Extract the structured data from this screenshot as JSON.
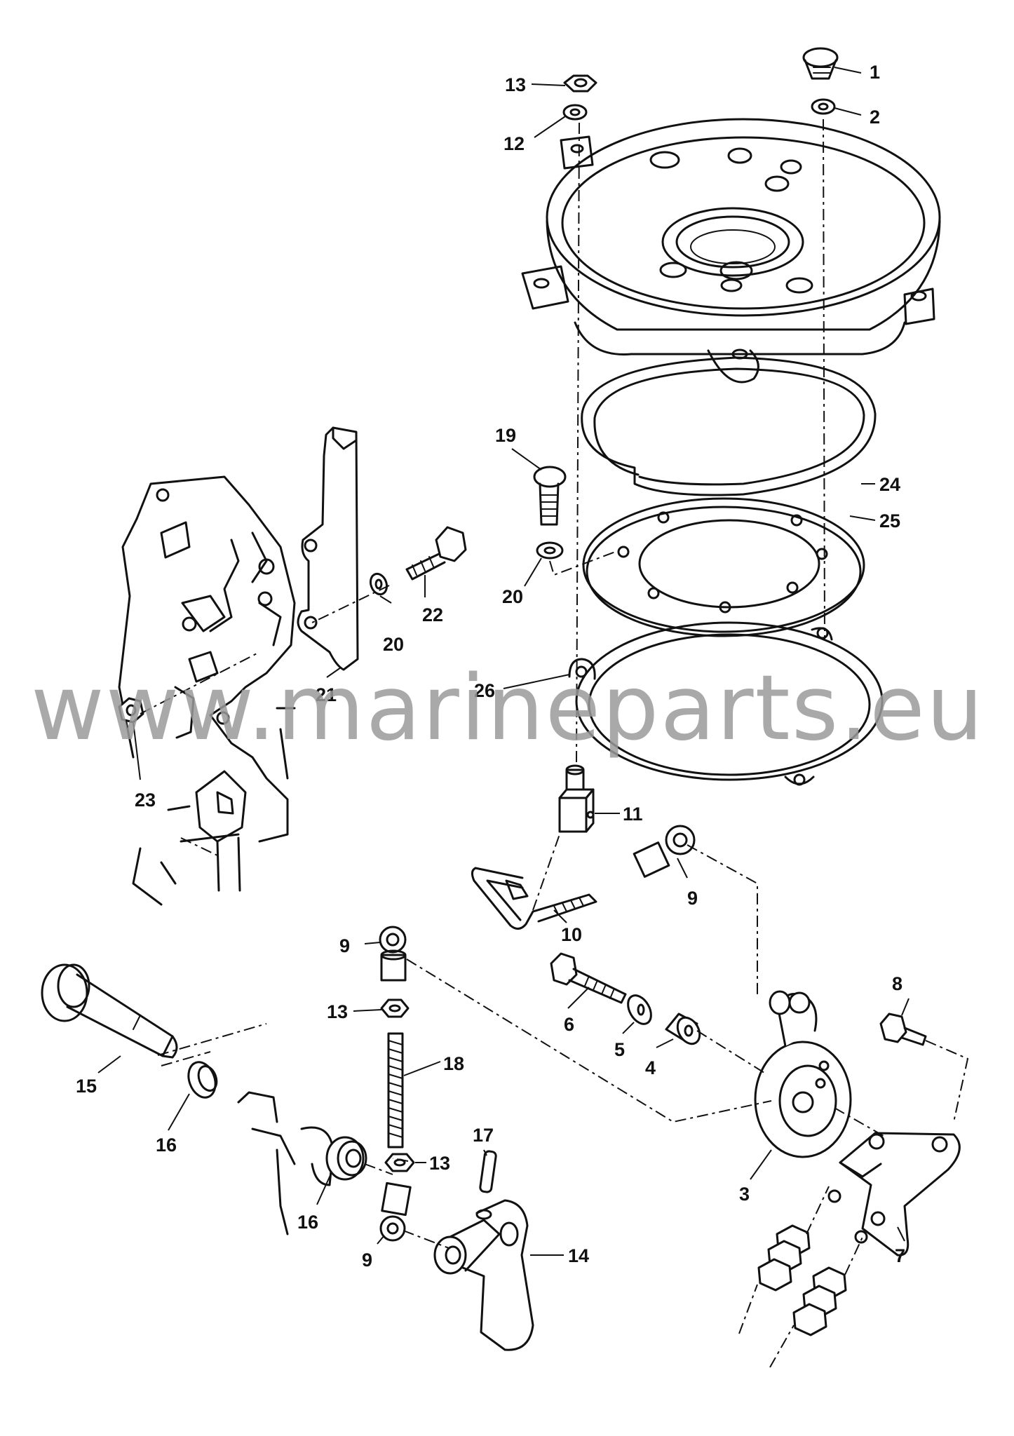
{
  "watermark": "www.marineparts.eu",
  "callouts": {
    "c1": "1",
    "c2": "2",
    "c3": "3",
    "c4": "4",
    "c5": "5",
    "c6": "6",
    "c7": "7",
    "c8": "8",
    "c9a": "9",
    "c9b": "9",
    "c9c": "9",
    "c10": "10",
    "c11": "11",
    "c12": "12",
    "c13a": "13",
    "c13b": "13",
    "c13c": "13",
    "c14": "14",
    "c15": "15",
    "c16a": "16",
    "c16b": "16",
    "c17": "17",
    "c18": "18",
    "c19": "19",
    "c20a": "20",
    "c20b": "20",
    "c21": "21",
    "c22": "22",
    "c23": "23",
    "c24": "24",
    "c25": "25",
    "c26": "26"
  }
}
